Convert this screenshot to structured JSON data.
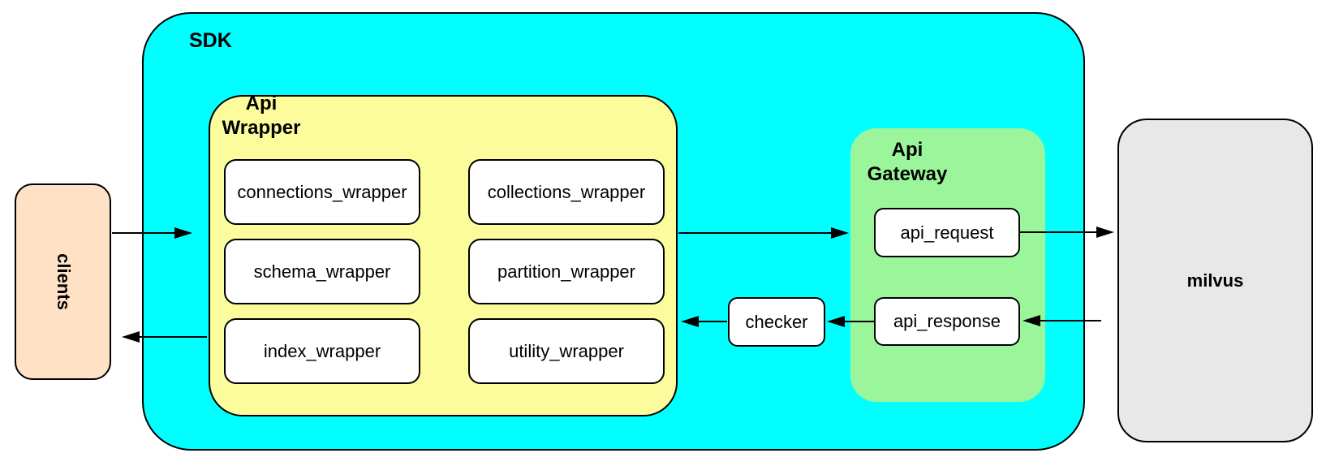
{
  "diagram": {
    "clients": {
      "label": "clients",
      "fill": "#ffe2c6"
    },
    "sdk": {
      "label": "SDK",
      "fill": "#00ffff"
    },
    "api_wrapper": {
      "label_line1": "Api",
      "label_line2": "Wrapper",
      "fill": "#fcfc9c",
      "modules": [
        {
          "label": "connections_wrapper"
        },
        {
          "label": "collections_wrapper"
        },
        {
          "label": "schema_wrapper"
        },
        {
          "label": "partition_wrapper"
        },
        {
          "label": "index_wrapper"
        },
        {
          "label": "utility_wrapper"
        }
      ]
    },
    "checker": {
      "label": "checker",
      "fill": "#ffffff"
    },
    "api_gateway": {
      "label_line1": "Api",
      "label_line2": "Gateway",
      "fill": "#9bf69b",
      "request": {
        "label": "api_request"
      },
      "response": {
        "label": "api_response"
      }
    },
    "milvus": {
      "label": "milvus",
      "fill": "#e8e8e8"
    },
    "arrow_color": "#000000"
  }
}
